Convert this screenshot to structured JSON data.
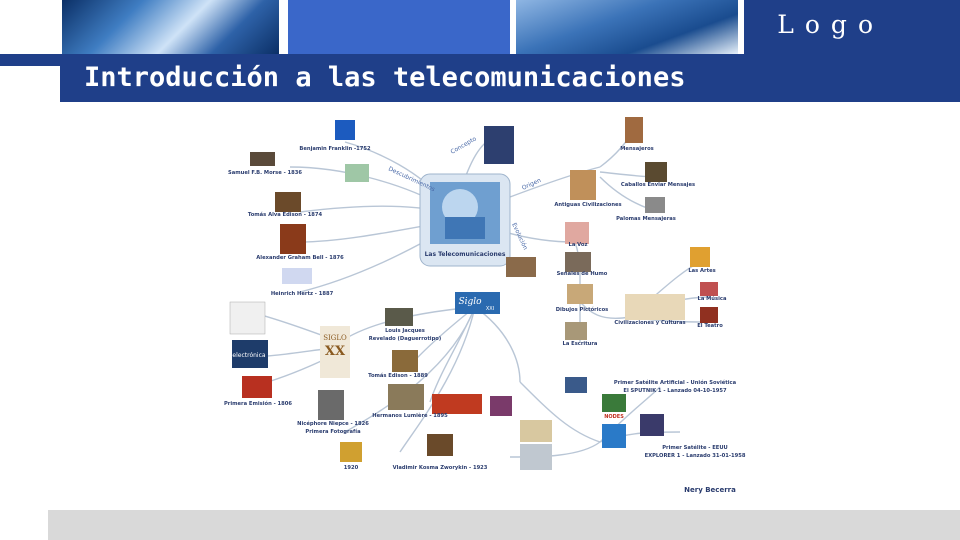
{
  "header": {
    "logo_text": "Logo",
    "colors": {
      "bar": "#1f3f89",
      "panel_blue": "#3a67c9"
    }
  },
  "slide": {
    "title": "Introducción a las telecomunicaciones"
  },
  "mindmap": {
    "center": "Las Telecomunicaciones",
    "connectors": [
      "Concepto",
      "Descubrimientos",
      "Origen",
      "Evolución"
    ],
    "nodes": [
      "Benjamin Franklin -1752",
      "Samuel F.B. Morse - 1836",
      "Tomás Alva Edison - 1874",
      "Alexander Graham Bell - 1876",
      "Heinrich Hertz - 1887",
      "Mensajeros",
      "Caballos Enviar Mensajes",
      "Antiguas Civilizaciones",
      "Palomas Mensajeras",
      "La Voz",
      "Señales de Humo",
      "Dibujos Pictóricos",
      "La Escritura",
      "Las Artes",
      "La Música",
      "El Teatro",
      "Civilizaciones y Culturas",
      "Louis Jacques",
      "Revelado (Daguerrotipo)",
      "Primera Emisión - 1806",
      "Tomás Edison - 1889",
      "Hermanos Lumière - 1895",
      "Nicéphore Niepce - 1826",
      "Primera Fotografía",
      "1920",
      "Vladimir Kosma Zworykin - 1923",
      "Primer Satélite Artificial - Unión Soviética",
      "El SPUTNIK 1 - Lanzado 04-10-1957",
      "Primer Satélite - EEUU",
      "EXPLORER 1 - Lanzado 31-01-1958"
    ],
    "image_texts": [
      "electrónica",
      "SIGLO",
      "XX",
      "Siglo",
      "XXI",
      "NODES"
    ],
    "author": "Nery Becerra"
  }
}
